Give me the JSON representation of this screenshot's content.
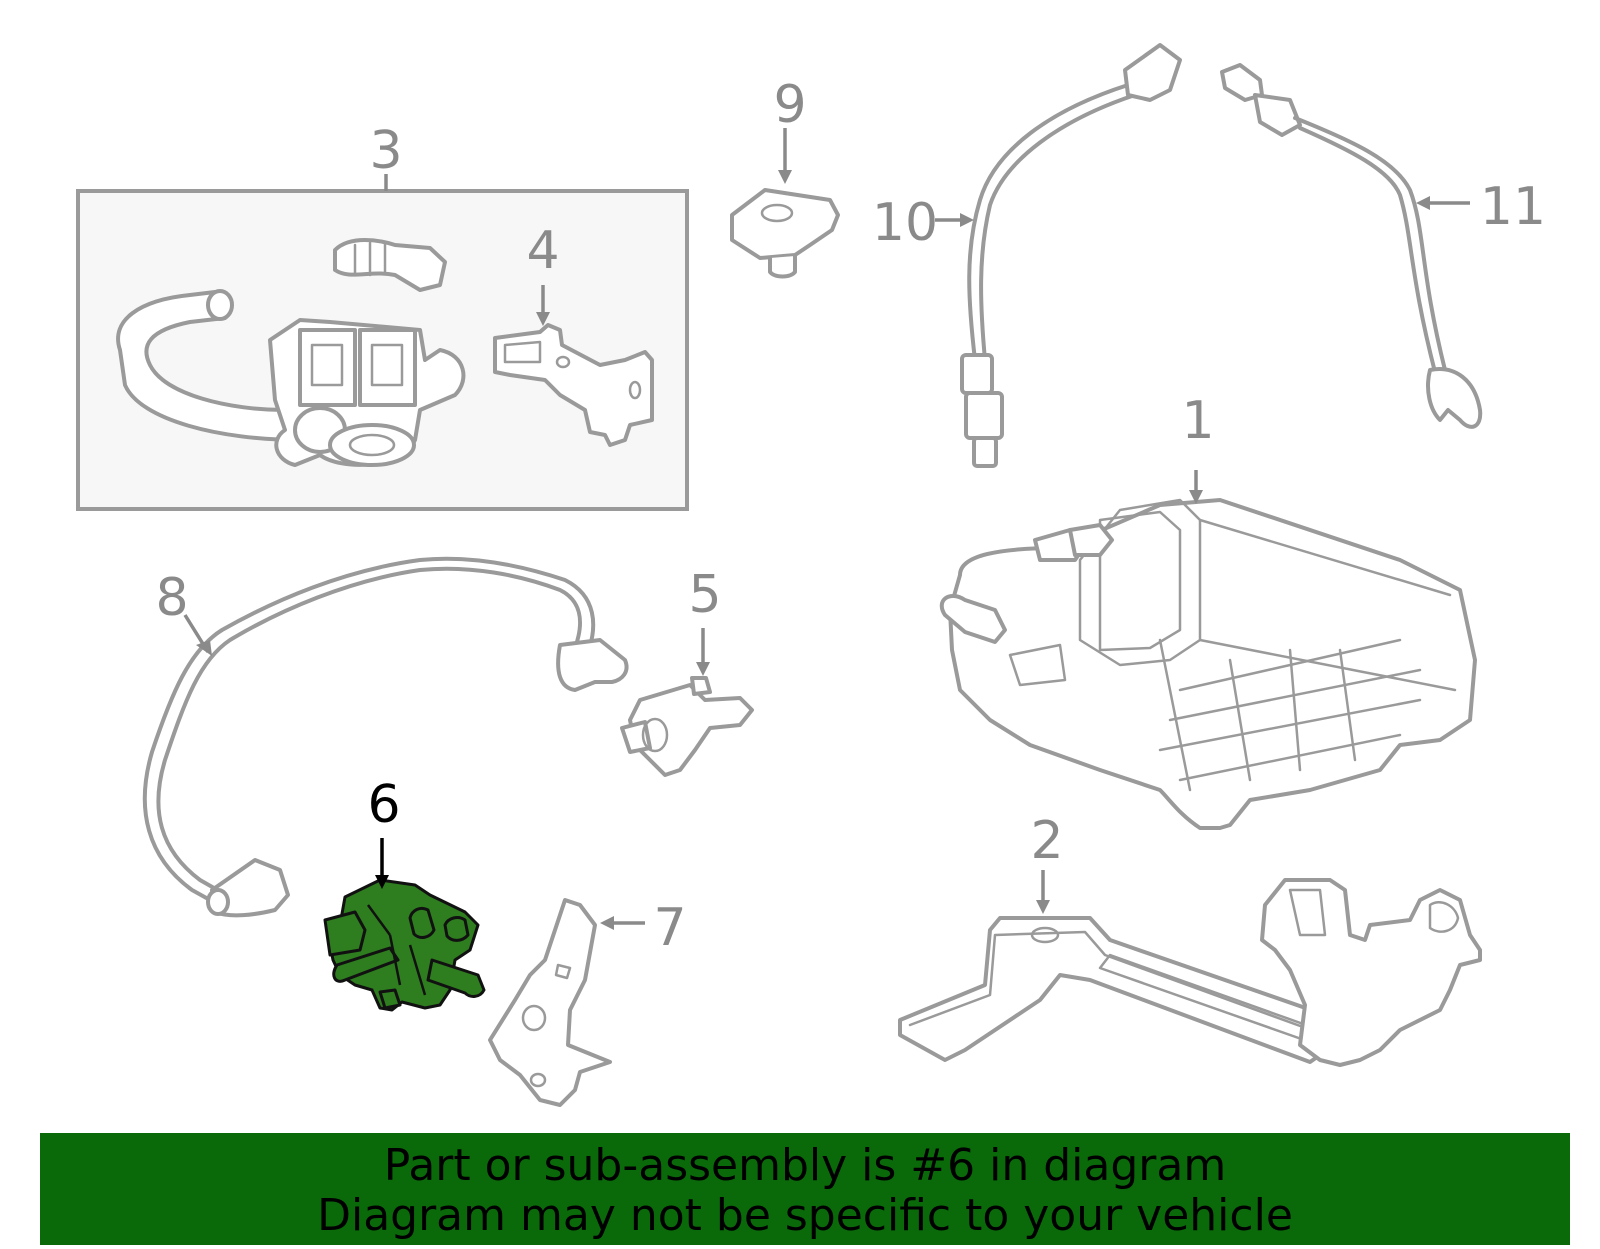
{
  "diagram": {
    "callouts": {
      "c1": "1",
      "c2": "2",
      "c3": "3",
      "c4": "4",
      "c5": "5",
      "c6": "6",
      "c7": "7",
      "c8": "8",
      "c9": "9",
      "c10": "10",
      "c11": "11"
    },
    "highlighted_part": "6",
    "colors": {
      "highlight_fill": "#2e7d1f",
      "line_art": "#9a9a9a",
      "banner": "#0a6a0a"
    }
  },
  "footer": {
    "line1": "Part or sub-assembly is #6 in diagram",
    "line2": "Diagram may not be specific to your vehicle"
  }
}
